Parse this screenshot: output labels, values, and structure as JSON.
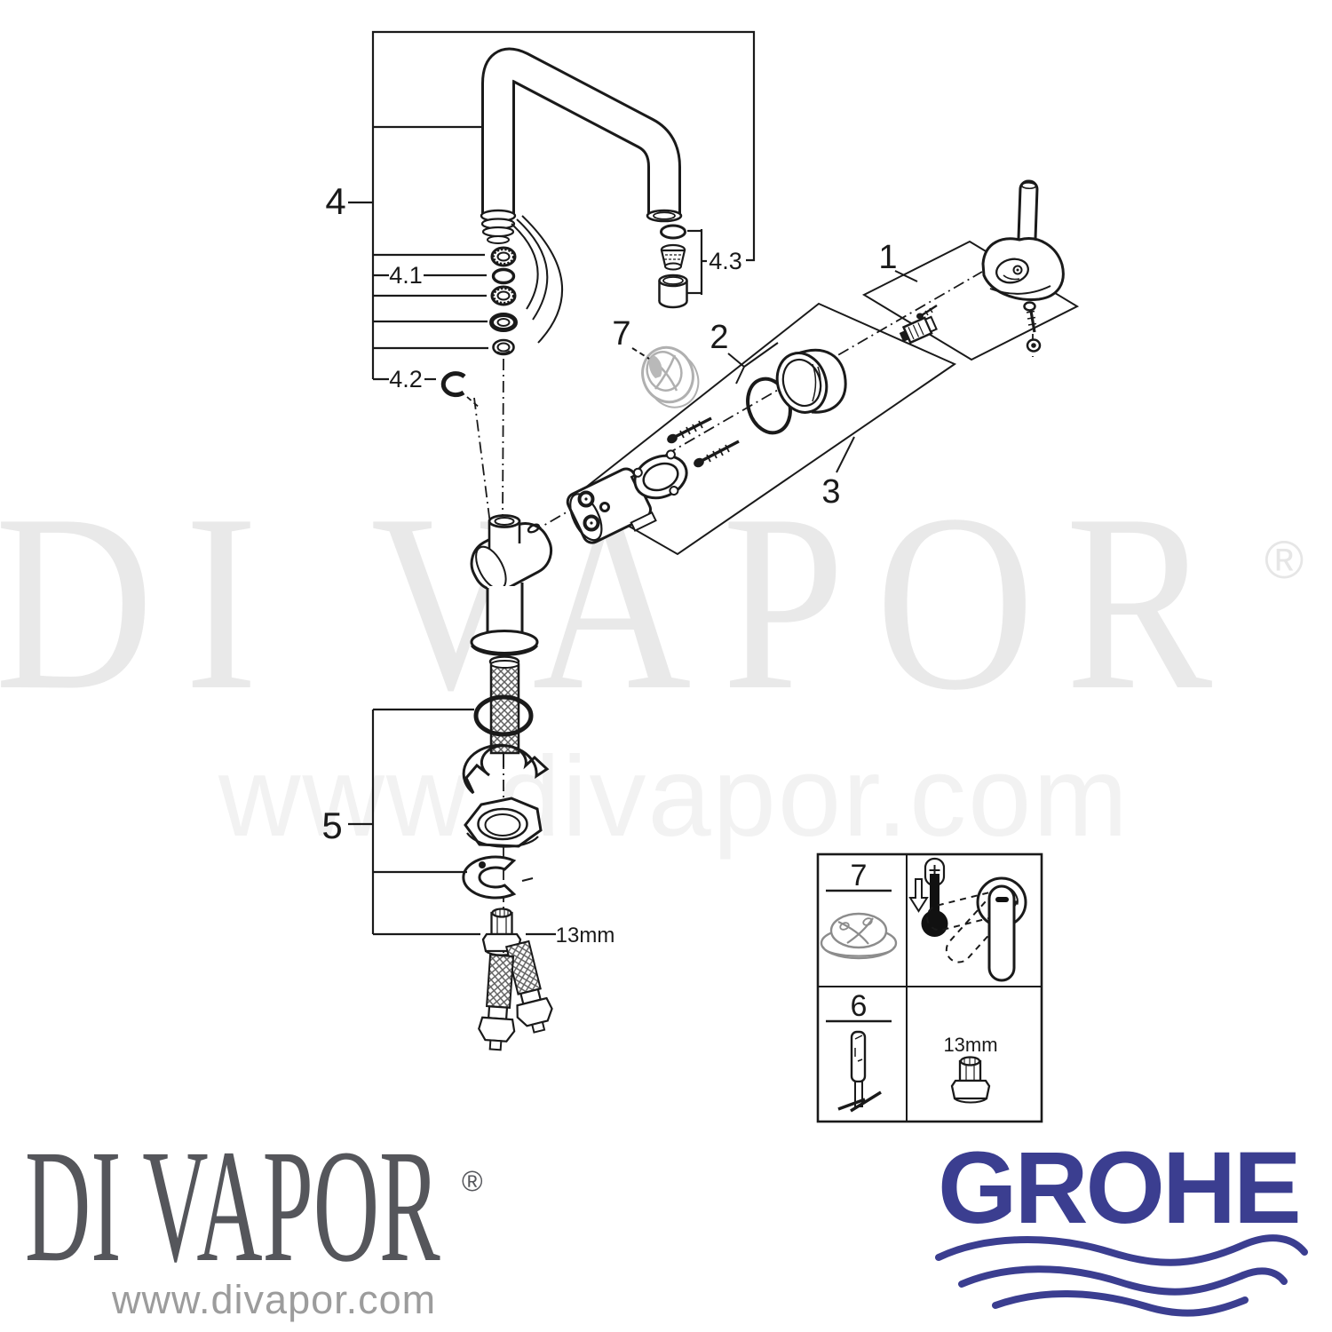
{
  "diagram": {
    "labels": {
      "one": "1",
      "two": "2",
      "three": "3",
      "four": "4",
      "four_one": "4.1",
      "four_two": "4.2",
      "four_three": "4.3",
      "five": "5",
      "seven": "7",
      "thirteen_mm": "13mm"
    },
    "colors": {
      "ink": "#1a1a1a",
      "muted_part": "#b0b0b0"
    }
  },
  "inset": {
    "labels": {
      "seven": "7",
      "six": "6",
      "thirteen_mm": "13mm"
    }
  },
  "watermark": {
    "brand": "DI VAPOR",
    "registered": "®",
    "site": "www.divapor.com",
    "brand_color": "#e9e9e9",
    "site_color": "#f2f2f2"
  },
  "footer": {
    "divapor": {
      "brand": "DI VAPOR",
      "registered": "®",
      "site": "www.divapor.com",
      "brand_color": "#55565b",
      "site_color": "#9c9c9c"
    },
    "grohe": {
      "brand": "GROHE",
      "color": "#3b3e90"
    }
  }
}
